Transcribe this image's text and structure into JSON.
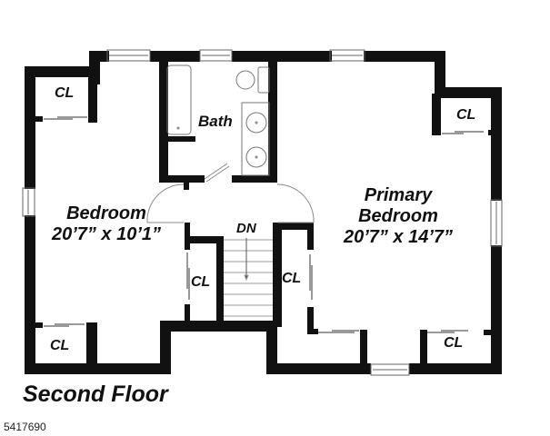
{
  "floor_plan": {
    "title": "Second Floor",
    "listing_id": "5417690",
    "rooms": [
      {
        "name": "Bedroom",
        "dimensions": "20’7” x 10’1”"
      },
      {
        "name": "Primary Bedroom",
        "line1": "Primary",
        "line2": "Bedroom",
        "dimensions": "20’7” x 14’7”"
      },
      {
        "name": "Bath"
      },
      {
        "name": "CL",
        "location": "bedroom-top-left"
      },
      {
        "name": "CL",
        "location": "bedroom-bottom-left"
      },
      {
        "name": "CL",
        "location": "hall-left"
      },
      {
        "name": "CL",
        "location": "primary-left"
      },
      {
        "name": "CL",
        "location": "primary-top-right"
      },
      {
        "name": "CL",
        "location": "primary-bottom-right"
      }
    ],
    "stairs_label": "DN",
    "colors": {
      "wall": "#111111",
      "fixture": "#888888",
      "background": "#ffffff"
    }
  }
}
